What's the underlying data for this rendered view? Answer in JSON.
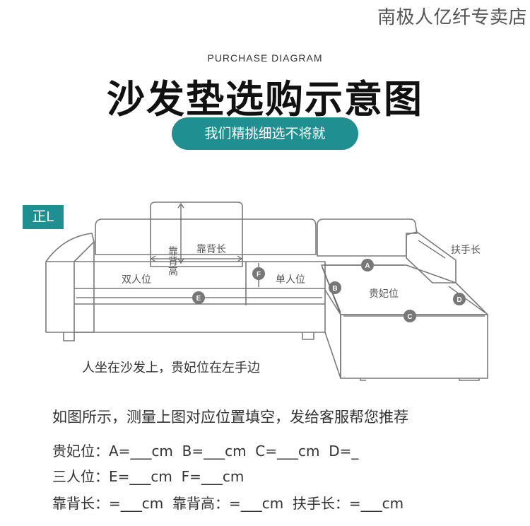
{
  "header": {
    "store_name": "南极人亿纤专卖店",
    "subtitle_en": "PURCHASE DIAGRAM",
    "title": "沙发垫选购示意图",
    "tagline": "我们精挑细选不将就"
  },
  "diagram": {
    "type_badge": "正L",
    "labels": {
      "back_height": "靠背高",
      "back_length": "靠背长",
      "armrest_length": "扶手长",
      "double_seat": "双人位",
      "single_seat": "单人位",
      "chaise": "贵妃位"
    },
    "markers": [
      "A",
      "B",
      "C",
      "D",
      "E",
      "F"
    ],
    "note": "人坐在沙发上，贵妃位在左手边"
  },
  "form": {
    "instructions": "如图所示，测量上图对应位置填空，发给客服帮您推荐",
    "line1": "贵妃位：A=___cm  B=___cm  C=___cm  D=_",
    "line2": "三人位：E=___cm  F=___cm",
    "line3": "靠背长：=___cm  靠背高：=___cm  扶手长：=___cm"
  },
  "colors": {
    "accent": "#1f8f91",
    "marker": "#777777"
  }
}
